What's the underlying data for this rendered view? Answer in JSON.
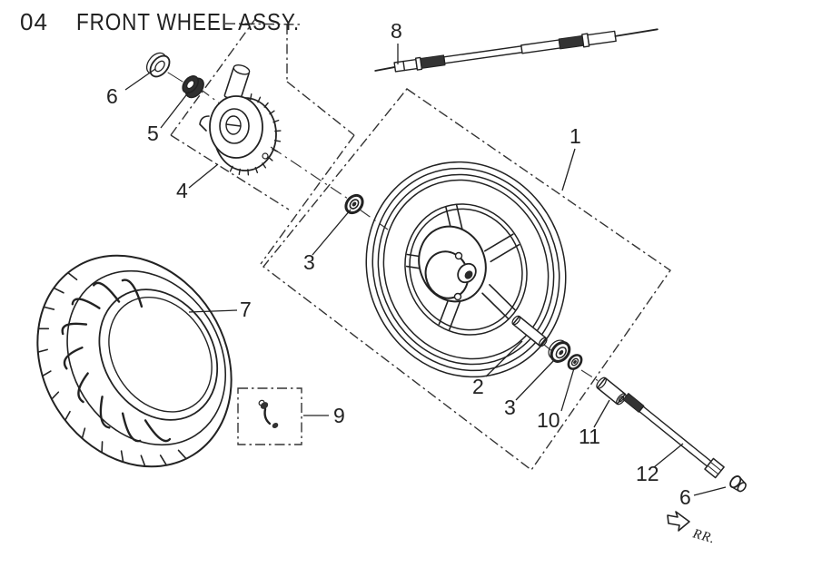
{
  "diagram": {
    "title_number": "04",
    "title_text": "FRONT WHEEL ASSY.",
    "rr_label": "RR.",
    "ink_color": "#222222",
    "background_color": "#ffffff",
    "labels": [
      "6",
      "5",
      "4",
      "3",
      "8",
      "1",
      "7",
      "9",
      "2",
      "3",
      "10",
      "11",
      "12",
      "6"
    ]
  }
}
